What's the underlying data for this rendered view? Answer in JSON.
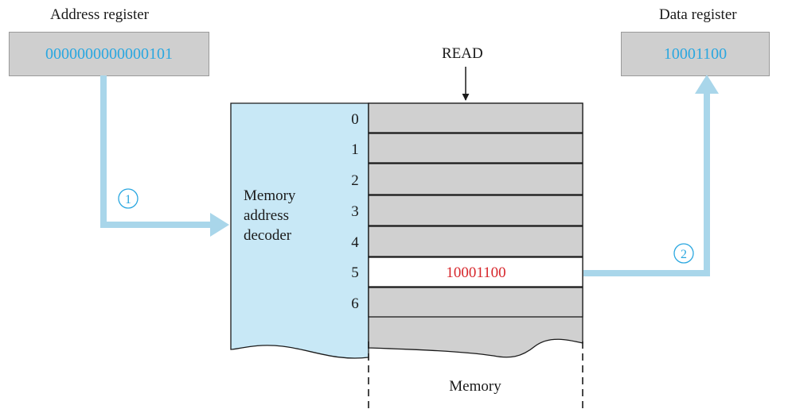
{
  "address_register": {
    "label": "Address register",
    "value": "0000000000000101"
  },
  "data_register": {
    "label": "Data register",
    "value": "10001100"
  },
  "read_label": "READ",
  "decoder_label": [
    "Memory",
    "address",
    "decoder"
  ],
  "memory_label": "Memory",
  "row_numbers": [
    "0",
    "1",
    "2",
    "3",
    "4",
    "5",
    "6"
  ],
  "selected_value": "10001100",
  "steps": [
    "1",
    "2"
  ],
  "colors": {
    "register_fill": "#cfcfcf",
    "memory_cell": "#d0d0d0",
    "decoder_fill": "#c8e8f6",
    "arrow": "#a9d6ea",
    "binary_text": "#2aa7e0",
    "selected_text": "#d7262b"
  }
}
